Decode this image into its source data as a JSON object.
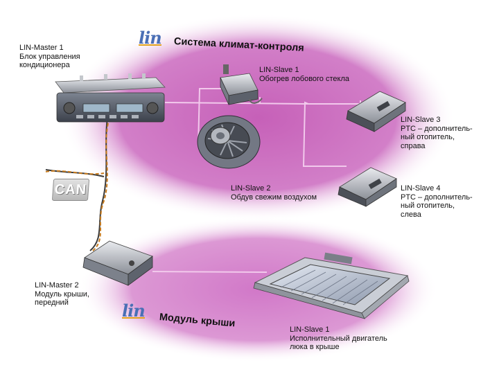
{
  "zones": {
    "climate_title": "Система климат-контроля",
    "roof_title": "Модуль крыши"
  },
  "logos": {
    "lin_logo_text": "lin",
    "can_badge": "CAN"
  },
  "labels": {
    "lin_master_1": "LIN-Master 1\nБлок управления\nкондиционера",
    "lin_slave_1_windshield": "LIN-Slave 1\nОбогрев лобового стекла",
    "lin_slave_2": "LIN-Slave 2\nОбдув свежим воздухом",
    "lin_slave_3": "LIN-Slave 3\nPTC – дополнитель-\nный отопитель,\nсправа",
    "lin_slave_4": "LIN-Slave 4\nPTC – дополнитель-\nный отопитель,\nслева",
    "lin_master_2": "LIN-Master 2\nМодуль крыши,\nпередний",
    "lin_slave_1_roof": "LIN-Slave 1\nИсполнительный двигатель\nлюка в крыше"
  },
  "colors": {
    "climate_zone": "#cf6fc2",
    "roof_zone": "#d88bd0",
    "lin_bus": "#f2c9ec",
    "can_bus_orange": "#c77a1c",
    "can_bus_dark": "#3b3b3b",
    "lin_logo_blue": "#4a6fb5",
    "lin_logo_gold": "#e1a21c"
  }
}
